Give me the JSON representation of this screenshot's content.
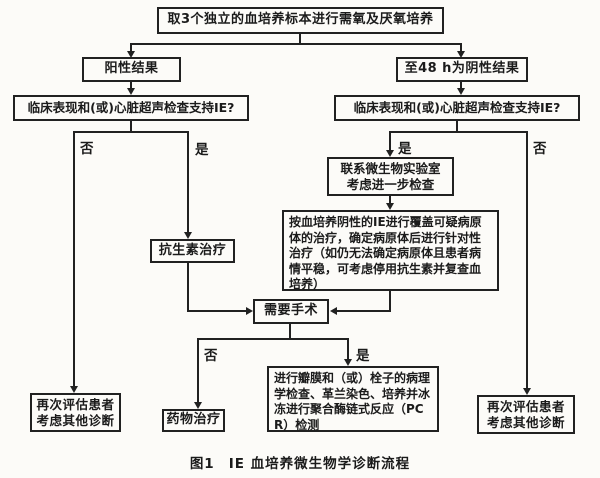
{
  "colors": {
    "ink": "#212121",
    "paper": "#fcfbf8"
  },
  "nodes": {
    "take_cultures": "取3个独立的血培养标本进行需氧及厌氧培养",
    "positive_result": "阳性结果",
    "negative_result": "至48 h为阴性结果",
    "left_question": "临床表现和(或)心脏超声检查支持IE?",
    "right_question": "临床表现和(或)心脏超声检查支持IE?",
    "contact_lab_lines": [
      "联系微生物实验室",
      "考虑进一步检查"
    ],
    "empiric_treatment": "按血培养阴性的IE进行覆盖可疑病原体的治疗，确定病原体后进行针对性治疗（如仍无法确定病原体且患者病情平稳，可考虑停用抗生素并复查血培养）",
    "antibiotic_therapy": "抗生素治疗",
    "need_surgery": "需要手术",
    "valve_exam": "进行瓣膜和（或）栓子的病理学检查、革兰染色、培养并冰冻进行聚合酶链式反应（PCR）检测",
    "drug_therapy": "药物治疗",
    "reassess_left_lines": [
      "再次评估患者",
      "考虑其他诊断"
    ],
    "reassess_right_lines": [
      "再次评估患者",
      "考虑其他诊断"
    ]
  },
  "branch_labels": {
    "left_no": "否",
    "left_yes": "是",
    "right_yes": "是",
    "right_no": "否",
    "surgery_no": "否",
    "surgery_yes": "是"
  },
  "caption": {
    "figure_label": "图1",
    "title": "IE 血培养微生物学诊断流程"
  }
}
